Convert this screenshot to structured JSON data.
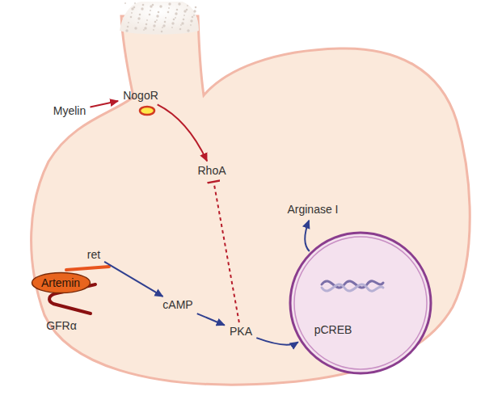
{
  "diagram": {
    "nodes": [
      {
        "text": [
          "Myelin"
        ]
      },
      {
        "text": [
          "NogoR"
        ]
      },
      {
        "text": [
          "RhoA"
        ]
      },
      {
        "text": [
          "Artemin"
        ]
      },
      {
        "text": [
          "ret"
        ]
      },
      {
        "text": [
          "GFRα"
        ]
      },
      {
        "text": [
          "cAMP"
        ]
      },
      {
        "text": [
          "PKA"
        ]
      },
      {
        "text": [
          "pCREB"
        ]
      },
      {
        "text": [
          "Arginase I"
        ]
      }
    ],
    "edges": [
      {
        "from": 0,
        "to": 1,
        "arrow": "to"
      },
      {
        "from": 1,
        "to": 2,
        "arrow": "to"
      },
      {
        "from": 4,
        "to": 6,
        "arrow": "to"
      },
      {
        "from": 6,
        "to": 7,
        "arrow": "to"
      },
      {
        "from": 7,
        "to": 2,
        "arrow": "to"
      },
      {
        "from": 7,
        "to": 8,
        "arrow": "to"
      },
      {
        "from": 8,
        "to": 9,
        "arrow": "to"
      }
    ]
  }
}
